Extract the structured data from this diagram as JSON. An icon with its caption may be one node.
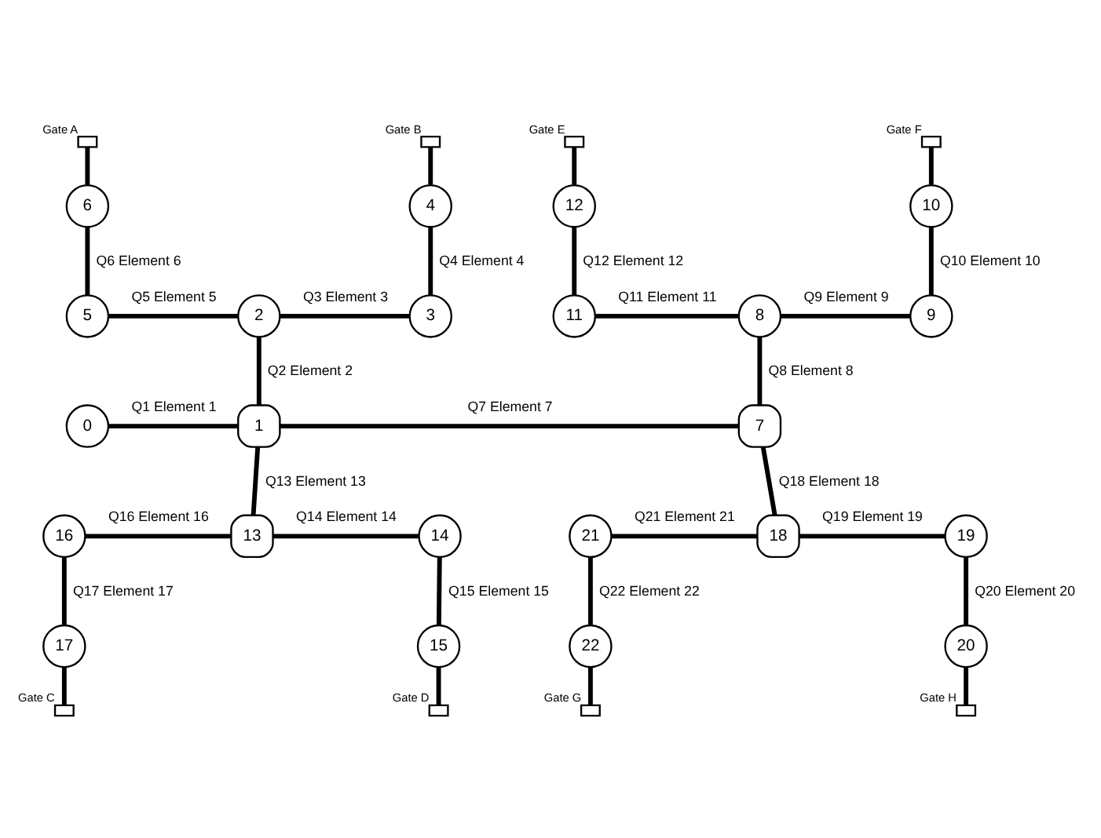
{
  "diagram": {
    "nodes": [
      {
        "text": [
          "0"
        ]
      },
      {
        "text": [
          "1"
        ]
      },
      {
        "text": [
          "2"
        ]
      },
      {
        "text": [
          "3"
        ]
      },
      {
        "text": [
          "4"
        ]
      },
      {
        "text": [
          "5"
        ]
      },
      {
        "text": [
          "6"
        ]
      },
      {
        "text": [
          "7"
        ]
      },
      {
        "text": [
          "8"
        ]
      },
      {
        "text": [
          "9"
        ]
      },
      {
        "text": [
          "10"
        ]
      },
      {
        "text": [
          "11"
        ]
      },
      {
        "text": [
          "12"
        ]
      },
      {
        "text": [
          "13"
        ]
      },
      {
        "text": [
          "14"
        ]
      },
      {
        "text": [
          "15"
        ]
      },
      {
        "text": [
          "16"
        ]
      },
      {
        "text": [
          "17"
        ]
      },
      {
        "text": [
          "18"
        ]
      },
      {
        "text": [
          "19"
        ]
      },
      {
        "text": [
          "20"
        ]
      },
      {
        "text": [
          "21"
        ]
      },
      {
        "text": [
          "22"
        ]
      },
      {
        "text": [],
        "shape": "box",
        "beside": [
          "Gate A"
        ]
      },
      {
        "text": [],
        "shape": "box",
        "beside": [
          "Gate B"
        ]
      },
      {
        "text": [],
        "shape": "box",
        "beside": [
          "Gate E"
        ]
      },
      {
        "text": [],
        "shape": "box",
        "beside": [
          "Gate F"
        ]
      },
      {
        "text": [],
        "shape": "box",
        "beside": [
          "Gate C"
        ]
      },
      {
        "text": [],
        "shape": "box",
        "beside": [
          "Gate D"
        ]
      },
      {
        "text": [],
        "shape": "box",
        "beside": [
          "Gate G"
        ]
      },
      {
        "text": [],
        "shape": "box",
        "beside": [
          "Gate H"
        ]
      }
    ],
    "edges": [
      {
        "from": 0,
        "to": 1,
        "arrow": "none",
        "label": "Q1 Element 1"
      },
      {
        "from": 2,
        "to": 1,
        "arrow": "none",
        "label": "Q2 Element 2"
      },
      {
        "from": 2,
        "to": 3,
        "arrow": "none",
        "label": "Q3 Element 3"
      },
      {
        "from": 4,
        "to": 3,
        "arrow": "none",
        "label": "Q4 Element 4"
      },
      {
        "from": 5,
        "to": 2,
        "arrow": "none",
        "label": "Q5 Element 5"
      },
      {
        "from": 6,
        "to": 5,
        "arrow": "none",
        "label": "Q6 Element 6"
      },
      {
        "from": 1,
        "to": 7,
        "arrow": "none",
        "label": "Q7 Element 7"
      },
      {
        "from": 8,
        "to": 7,
        "arrow": "none",
        "label": "Q8 Element 8"
      },
      {
        "from": 8,
        "to": 9,
        "arrow": "none",
        "label": "Q9 Element 9"
      },
      {
        "from": 10,
        "to": 9,
        "arrow": "none",
        "label": "Q10 Element 10"
      },
      {
        "from": 11,
        "to": 8,
        "arrow": "none",
        "label": "Q11 Element 11"
      },
      {
        "from": 12,
        "to": 11,
        "arrow": "none",
        "label": "Q12 Element 12"
      },
      {
        "from": 1,
        "to": 13,
        "arrow": "none",
        "label": "Q13 Element 13"
      },
      {
        "from": 13,
        "to": 14,
        "arrow": "none",
        "label": "Q14 Element 14"
      },
      {
        "from": 14,
        "to": 15,
        "arrow": "none",
        "label": "Q15 Element 15"
      },
      {
        "from": 16,
        "to": 13,
        "arrow": "none",
        "label": "Q16 Element 16"
      },
      {
        "from": 16,
        "to": 17,
        "arrow": "none",
        "label": "Q17 Element 17"
      },
      {
        "from": 7,
        "to": 18,
        "arrow": "none",
        "label": "Q18 Element 18"
      },
      {
        "from": 18,
        "to": 19,
        "arrow": "none",
        "label": "Q19 Element 19"
      },
      {
        "from": 19,
        "to": 20,
        "arrow": "none",
        "label": "Q20 Element 20"
      },
      {
        "from": 21,
        "to": 18,
        "arrow": "none",
        "label": "Q21 Element 21"
      },
      {
        "from": 21,
        "to": 22,
        "arrow": "none",
        "label": "Q22 Element 22"
      },
      {
        "from": 23,
        "to": 6,
        "arrow": "none"
      },
      {
        "from": 24,
        "to": 4,
        "arrow": "none"
      },
      {
        "from": 25,
        "to": 12,
        "arrow": "none"
      },
      {
        "from": 26,
        "to": 10,
        "arrow": "none"
      },
      {
        "from": 17,
        "to": 27,
        "arrow": "none"
      },
      {
        "from": 15,
        "to": 28,
        "arrow": "none"
      },
      {
        "from": 22,
        "to": 29,
        "arrow": "none"
      },
      {
        "from": 20,
        "to": 30,
        "arrow": "none"
      }
    ]
  }
}
